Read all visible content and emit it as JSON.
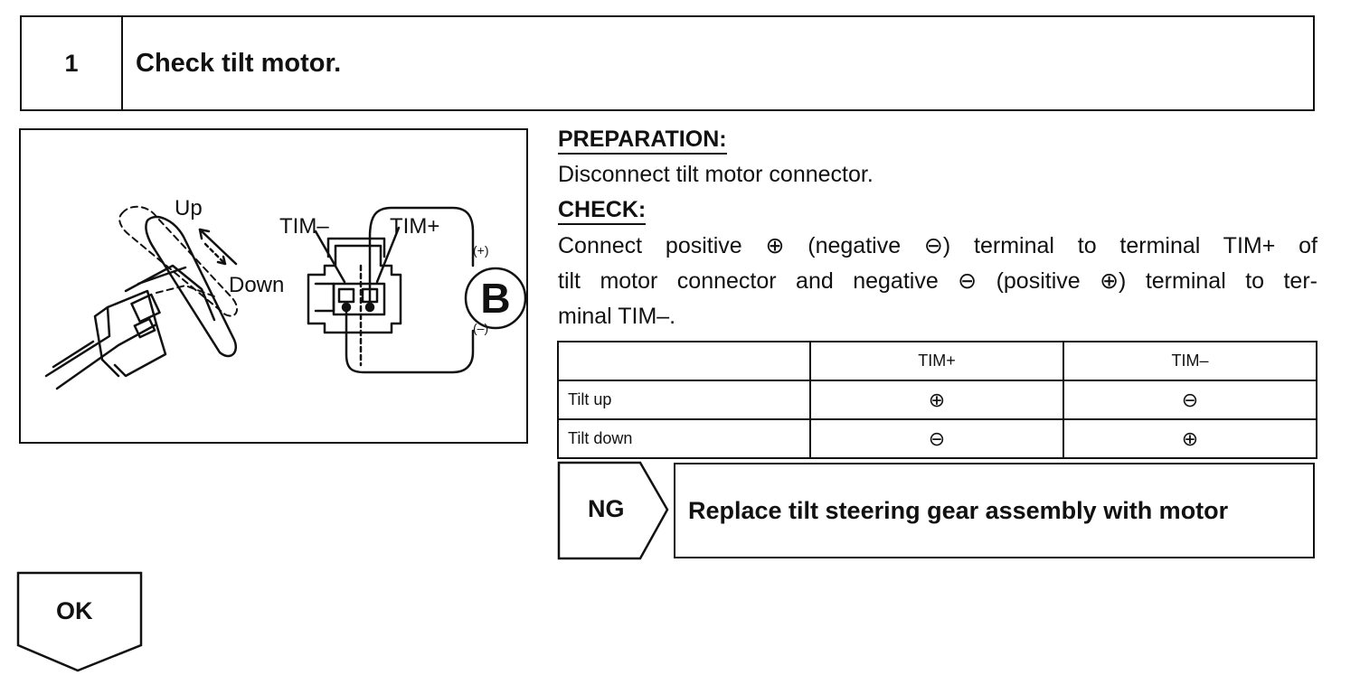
{
  "step": {
    "number": "1",
    "title": "Check tilt motor."
  },
  "figure": {
    "up_label": "Up",
    "down_label": "Down",
    "tim_minus_label": "TIM–",
    "tim_plus_label": "TIM+",
    "battery_label": "B",
    "battery_plus": "(+)",
    "battery_minus": "(–)"
  },
  "preparation": {
    "heading": "PREPARATION:",
    "text": "Disconnect tilt motor connector."
  },
  "check": {
    "heading": "CHECK:",
    "line1": "Connect positive ⊕ (negative ⊖) terminal to terminal TIM+ of",
    "line2": "tilt motor connector and negative ⊖ (positive ⊕) terminal to ter-",
    "line3": "minal TIM–."
  },
  "table": {
    "headers": [
      "",
      "TIM+",
      "TIM–"
    ],
    "rows": [
      [
        "Tilt up",
        "⊕",
        "⊖"
      ],
      [
        "Tilt down",
        "⊖",
        "⊕"
      ]
    ]
  },
  "ng": {
    "label": "NG",
    "action": "Replace tilt steering gear assembly with motor"
  },
  "ok": {
    "label": "OK"
  }
}
